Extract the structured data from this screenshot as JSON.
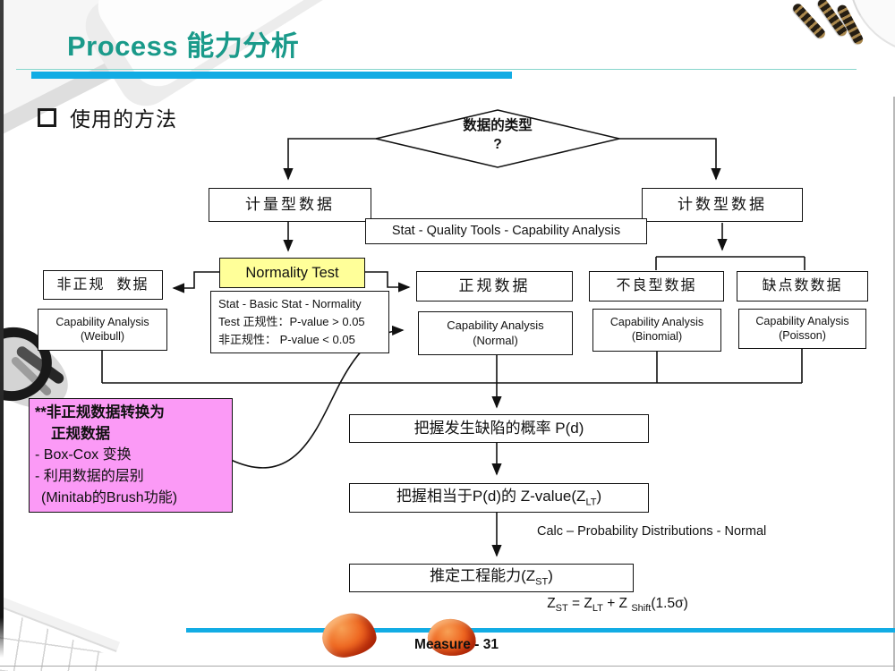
{
  "header": {
    "title": "Process 能力分析",
    "section_bullet": "使用的方法"
  },
  "decision": {
    "line1": "数据的类型",
    "line2": "?"
  },
  "nodes": {
    "variable": "计量型数据",
    "attribute": "计数型数据",
    "stat_path": "Stat - Quality Tools - Capability Analysis",
    "normality": "Normality Test",
    "nonnormal": "非正规  数据",
    "normal": "正规数据",
    "defective": "不良型数据",
    "defect_count": "缺点数数据",
    "ca_line": "Capability Analysis",
    "ca_weibull": "(Weibull)",
    "ca_normal": "(Normal)",
    "ca_binomial": "(Binomial)",
    "ca_poisson": "(Poisson)",
    "note_line1": "Stat - Basic Stat - Normality",
    "note_line2": "Test 正规性：P-value > 0.05",
    "note_line3": "非正规性： P-value < 0.05",
    "pd_box": "把握发生缺陷的概率 P(d)",
    "zvalue_pre": "把握相当于P(d)的 Z-value(Z",
    "zvalue_sub": "LT",
    "zvalue_post": ")",
    "calc_path": "Calc – Probability Distributions - Normal",
    "estimate_pre": "推定工程能力(Z",
    "estimate_sub": "ST",
    "estimate_post": ")"
  },
  "transform_note": {
    "line1": "**非正规数据转换为",
    "line2": "正规数据",
    "line3": "- Box-Cox 变换",
    "line4": "- 利用数据的层别",
    "line5": "(Minitab的Brush功能)"
  },
  "formula": {
    "p1": "Z",
    "s1": "ST",
    "p2": " = Z",
    "s2": "LT",
    "p3": " + Z ",
    "s3": "Shift",
    "p4": "(1.5σ)"
  },
  "footer": {
    "page_label": "Measure - 31"
  },
  "colors": {
    "title_teal": "#1A9A8A",
    "accent_cyan": "#12ACE4",
    "highlight_yellow": "#FFFF99",
    "highlight_pink": "#FB9AF6"
  }
}
